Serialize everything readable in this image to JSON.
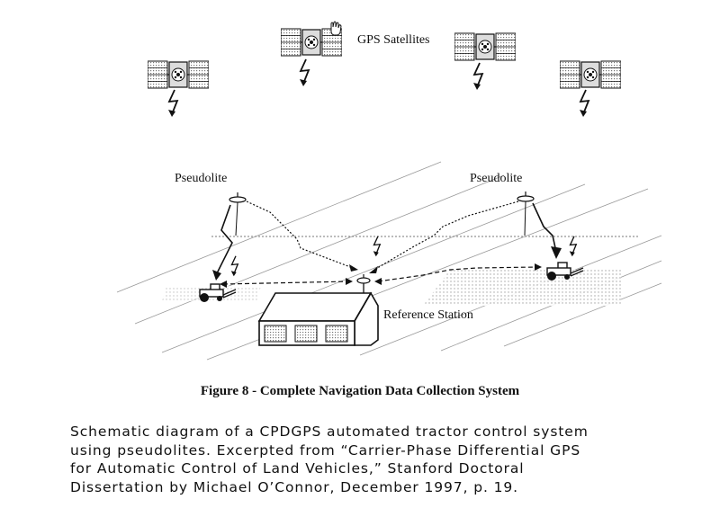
{
  "diagram": {
    "satellites_label": "GPS Satellites",
    "pseudolite_left_label": "Pseudolite",
    "pseudolite_right_label": "Pseudolite",
    "reference_station_label": "Reference Station",
    "icons": [
      "satellite-icon",
      "lightning-icon",
      "pseudolite-antenna-icon",
      "tractor-icon",
      "reference-station-building-icon",
      "pointing-hand-icon"
    ]
  },
  "figure": {
    "title": "Figure 8 - Complete Navigation Data Collection System"
  },
  "caption": {
    "lines": [
      "Schematic diagram of a CPDGPS automated tractor control system",
      "using pseudolites. Excerpted from “Carrier-Phase Differential GPS",
      "for Automatic Control of Land Vehicles,” Stanford Doctoral",
      "Dissertation by Michael O’Connor, December 1997, p. 19."
    ]
  }
}
